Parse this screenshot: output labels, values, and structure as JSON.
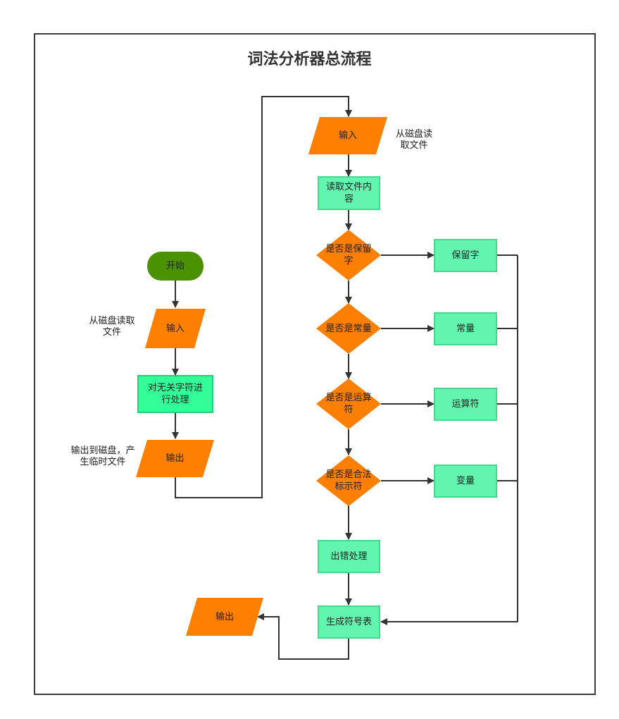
{
  "title": "词法分析器总流程",
  "colors": {
    "orange": "#ff7f00",
    "green": "#62f5b0",
    "green_border": "#46d890",
    "bright_green": "#33ff99",
    "dark_green": "#4b9200",
    "line": "#333333"
  },
  "left": {
    "start": "开始",
    "input": "输入",
    "input_note": [
      "从磁盘读取",
      "文件"
    ],
    "process": [
      "对无关字符进",
      "行处理"
    ],
    "output": "输出",
    "output_note": [
      "输出到磁盘，产",
      "生临时文件"
    ]
  },
  "right": {
    "input": "输入",
    "input_note": [
      "从磁盘读",
      "取文件"
    ],
    "read": [
      "读取文件内",
      "容"
    ],
    "decisions": [
      {
        "q": [
          "是否是保留",
          "字"
        ],
        "result": "保留字"
      },
      {
        "q": [
          "是否是常量"
        ],
        "result": "常量"
      },
      {
        "q": [
          "是否是运算",
          "符"
        ],
        "result": "运算符"
      },
      {
        "q": [
          "是否是合法",
          "标示符"
        ],
        "result": "变量"
      }
    ],
    "error": "出错处理",
    "table": "生成符号表",
    "output": "输出"
  }
}
